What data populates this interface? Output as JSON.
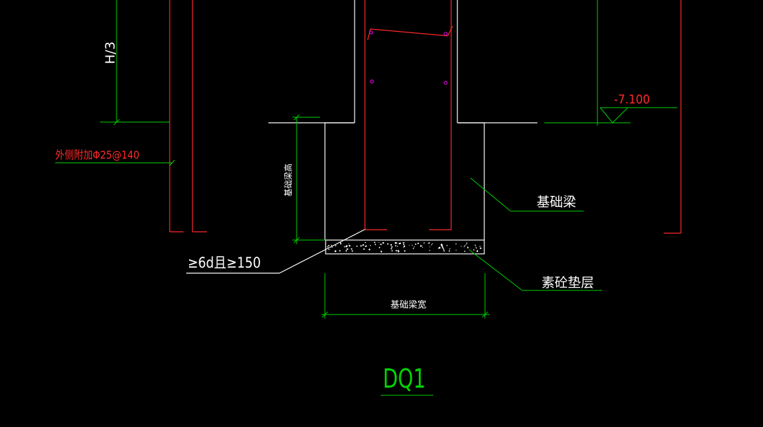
{
  "labels": {
    "h_third": "H/3",
    "elevation": "-7.100",
    "outer_rebar_note": "外侧附加Φ25@140",
    "beam_height": "基础梁高",
    "beam": "基础梁",
    "anchorage": "≥6d且≥150",
    "cushion": "素砼垫层",
    "beam_width": "基础梁宽",
    "detail_id": "DQ1"
  },
  "colors": {
    "background": "#000000",
    "white": "#ffffff",
    "green": "#00d400",
    "red": "#ff2a2a",
    "magenta": "#ff00ff"
  }
}
